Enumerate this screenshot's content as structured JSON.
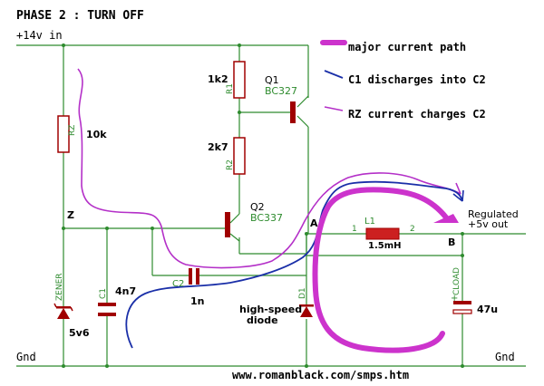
{
  "title": "PHASE 2 : TURN OFF",
  "rails": {
    "vin": "+14v in",
    "gnd_left": "Gnd",
    "gnd_right": "Gnd"
  },
  "legend": [
    {
      "label": "major current path",
      "color": "#cc33cc"
    },
    {
      "label": "C1 discharges into C2",
      "color": "#1a2fa8"
    },
    {
      "label": "RZ current charges C2",
      "color": "#b430c8"
    }
  ],
  "components": {
    "r1": {
      "ref": "R1",
      "value": "1k2"
    },
    "r2": {
      "ref": "R2",
      "value": "2k7"
    },
    "rz": {
      "ref": "RZ",
      "value": "10k"
    },
    "q1": {
      "ref": "Q1",
      "part": "BC327"
    },
    "q2": {
      "ref": "Q2",
      "part": "BC337"
    },
    "l1": {
      "ref": "L1",
      "value": "1.5mH",
      "pin1": "1",
      "pin2": "2"
    },
    "c1": {
      "ref": "C1",
      "value": "4n7"
    },
    "c2": {
      "ref": "C2",
      "value": "1n"
    },
    "cload": {
      "ref": "CLOAD",
      "value": "47u",
      "polarity": "+"
    },
    "d1": {
      "ref": "D1",
      "note_line1": "high-speed",
      "note_line2": "diode"
    },
    "zener": {
      "ref": "ZENER",
      "value": "5v6"
    }
  },
  "nodes": {
    "z": "Z",
    "a": "A",
    "b": "B"
  },
  "output": {
    "line1": "Regulated",
    "line2": "+5v out"
  },
  "footer": "www.romanblack.com/smps.htm",
  "colors": {
    "wire": "#2e8b2e",
    "body": "#a00000",
    "component_text": "#2e8b2e",
    "text": "#000000",
    "blue": "#1a2fa8",
    "magenta": "#cc33cc"
  }
}
